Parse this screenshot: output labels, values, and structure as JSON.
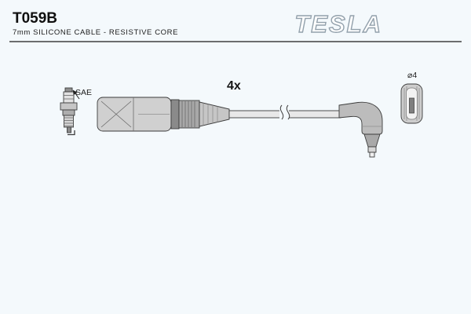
{
  "colors": {
    "background": "#f4f9fc",
    "ink": "#1c1c1c",
    "brand_outline": "#93a1ac",
    "drawing_stroke": "#3c3c3c"
  },
  "header": {
    "part_number": "T059B",
    "subtitle": "7mm SILICONE CABLE - RESISTIVE CORE",
    "brand": "TESLA"
  },
  "diagram": {
    "quantity_label": "4x",
    "spark_plug_label": "SAE",
    "terminal_diameter_label": "⌀4"
  }
}
